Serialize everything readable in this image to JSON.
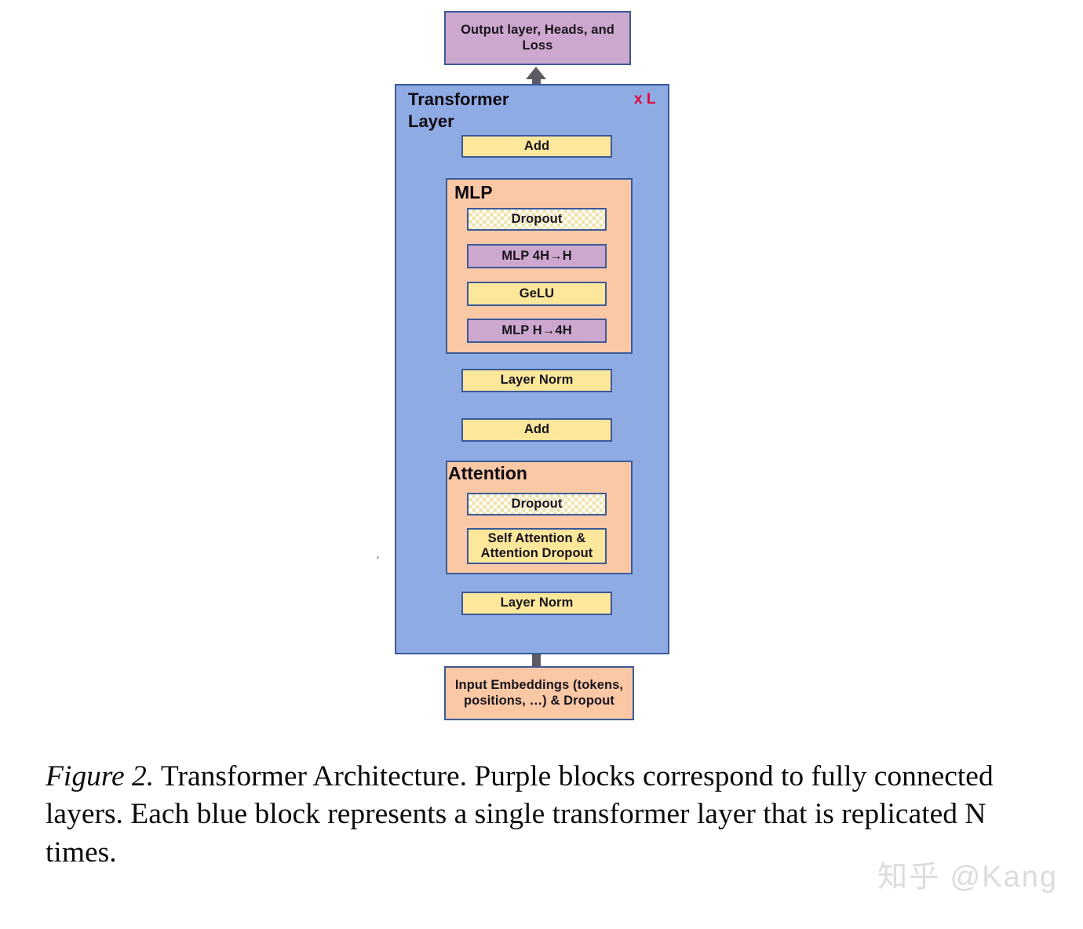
{
  "figure": {
    "title_block": {
      "label": "Output layer, Heads, and Loss"
    },
    "transformer_layer": {
      "label": "Transformer\nLayer",
      "repeat_badge": "x L",
      "blocks": {
        "add_top": "Add",
        "layer_norm_mlp": "Layer Norm",
        "add_bottom": "Add",
        "layer_norm_attn": "Layer Norm"
      },
      "mlp_group": {
        "label": "MLP",
        "blocks": [
          {
            "label": "Dropout",
            "style": "dropout"
          },
          {
            "label": "MLP 4H→H",
            "style": "purple"
          },
          {
            "label": "GeLU",
            "style": "yellow"
          },
          {
            "label": "MLP H→4H",
            "style": "purple"
          }
        ]
      },
      "attention_group": {
        "label": "Attention",
        "blocks": [
          {
            "label": "Dropout",
            "style": "dropout"
          },
          {
            "label": "Self Attention &\nAttention Dropout",
            "style": "yellow"
          }
        ]
      }
    },
    "input_block": {
      "label": "Input Embeddings (tokens,\npositions, …) & Dropout"
    },
    "colors": {
      "purple": "#cda8ce",
      "yellow": "#fce79b",
      "peach": "#fbc8a6",
      "blue": "#8fabe3",
      "border": "#3b5a9a",
      "connector": "#5b5b63",
      "badge_red": "#e4003a"
    }
  },
  "caption": {
    "figure_label": "Figure 2.",
    "text": " Transformer Architecture. Purple blocks correspond to fully connected layers. Each blue block represents a single transformer layer that is replicated N times."
  },
  "watermark": {
    "text": "知乎 @Kang"
  }
}
